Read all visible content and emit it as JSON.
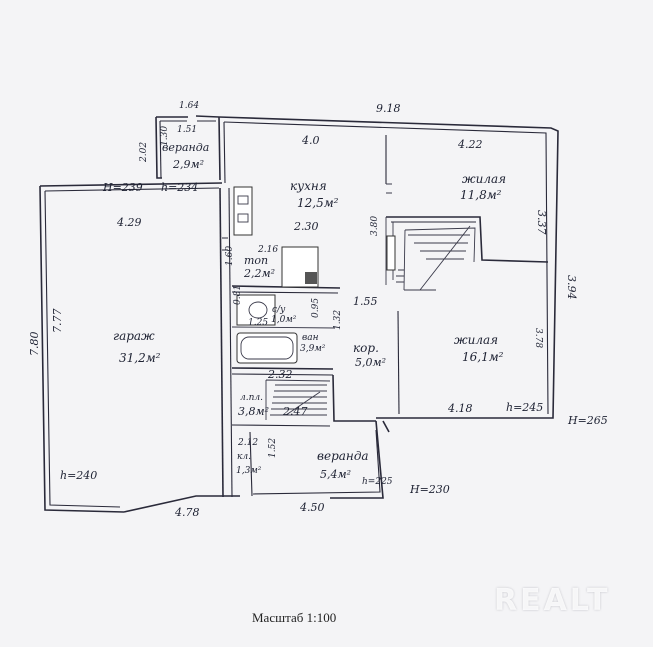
{
  "rooms": {
    "veranda_top": {
      "name": "веранда",
      "area": "2,9м²"
    },
    "kitchen": {
      "name": "кухня",
      "area": "12,5м²"
    },
    "living_top": {
      "name": "жилая",
      "area": "11,8м²"
    },
    "garage": {
      "name": "гараж",
      "area": "31,2м²"
    },
    "boiler": {
      "name": "топ",
      "area": "2,2м²"
    },
    "bath": {
      "name": "с/у",
      "area": "1,0м²"
    },
    "washroom": {
      "name": "ван",
      "area": "3,9м²"
    },
    "corridor": {
      "name": "кор.",
      "area": "5,0м²"
    },
    "living_bottom": {
      "name": "жилая",
      "area": "16,1м²"
    },
    "stair": {
      "name": "л.пл.",
      "area": "3,8м²"
    },
    "veranda_bottom": {
      "name": "веранда",
      "area": "5,4м²"
    },
    "closet": {
      "name": "кл.",
      "area": "1,3м²"
    }
  },
  "dimensions": {
    "d164": "1.64",
    "d151": "1.51",
    "d918": "9.18",
    "d40": "4.0",
    "d422": "4.22",
    "d202": "2.02",
    "d130": "1.30",
    "d429": "4.29",
    "d216": "2.16",
    "d230": "2.30",
    "d380": "3.80",
    "d155": "1.55",
    "d337": "3.37",
    "d394": "3.94",
    "d378": "3.78",
    "d777": "7.77",
    "d780": "7.80",
    "d232": "2.32",
    "d247": "2.47",
    "d418": "4.18",
    "d478": "4.78",
    "d450": "4.50",
    "d152": "1.52",
    "d081": "0.81",
    "d095": "0.95",
    "d132": "1.32",
    "d212": "2.12",
    "d125": "1.25",
    "d160": "1.60"
  },
  "heights": {
    "h239": "H=239",
    "h234": "h=234",
    "h240": "h=240",
    "h245": "h=245",
    "h265": "H=265",
    "h230": "H=230",
    "h225": "h=225"
  },
  "footer": {
    "scale_label": "Масштаб 1:100",
    "watermark": "REALT"
  }
}
